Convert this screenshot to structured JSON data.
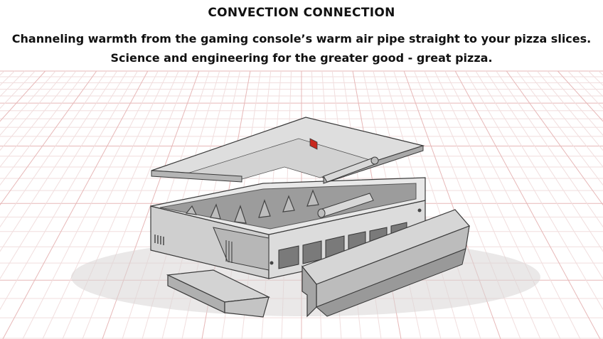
{
  "header": {
    "title": "CONVECTION CONNECTION",
    "line1": "Channeling warmth from the gaming console’s warm air pipe straight to your pizza slices.",
    "line2": "Science and engineering for the greater good - great pizza."
  },
  "colors": {
    "grid_minor": "#f1dede",
    "grid_major": "#e7b8b8",
    "body_light": "#e2e2e2",
    "body_mid": "#bdbdbd",
    "body_dark": "#8e8e8e",
    "edge": "#3a3a3a",
    "accent": "#c8281e"
  }
}
